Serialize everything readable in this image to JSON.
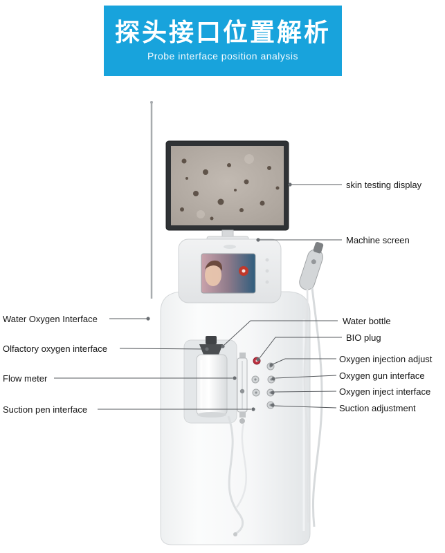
{
  "header": {
    "title": "探头接口位置解析",
    "subtitle": "Probe interface position analysis"
  },
  "labels": {
    "left": [
      {
        "text": "Water Oxygen Interface"
      },
      {
        "text": "Olfactory oxygen interface"
      },
      {
        "text": "Flow meter"
      },
      {
        "text": "Suction pen interface"
      }
    ],
    "right": [
      {
        "text": "skin testing display"
      },
      {
        "text": "Machine screen"
      },
      {
        "text": "Water bottle"
      },
      {
        "text": "BIO plug"
      },
      {
        "text": "Oxygen injection  adjust"
      },
      {
        "text": "Oxygen gun interface"
      },
      {
        "text": "Oxygen inject interface"
      },
      {
        "text": "Suction adjustment"
      }
    ]
  },
  "colors": {
    "banner_blue": "#18a3dc",
    "callout_line": "#55585c",
    "bio_plug_red": "#c03040"
  }
}
